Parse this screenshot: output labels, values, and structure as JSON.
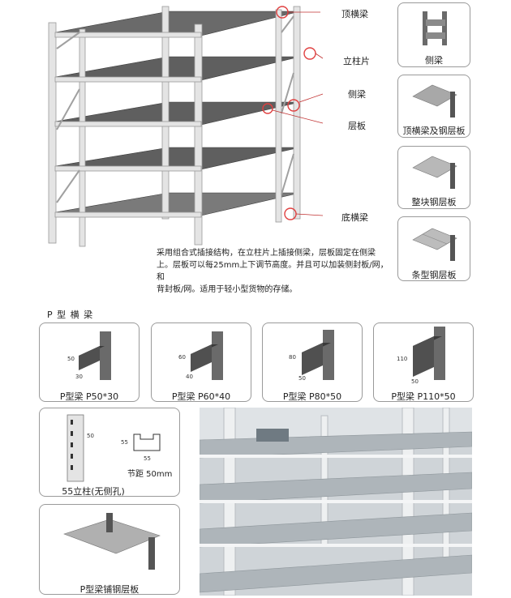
{
  "callouts": {
    "top_beam": "顶横梁",
    "upright": "立柱片",
    "side_beam": "侧梁",
    "shelf": "层板",
    "bottom_beam": "底横梁"
  },
  "right_panel": [
    {
      "label": "侧梁"
    },
    {
      "label": "顶横梁及钢层板"
    },
    {
      "label": "整块钢层板"
    },
    {
      "label": "条型钢层板"
    }
  ],
  "description": [
    "采用组合式插接结构，在立柱片上插接侧梁，层板固定在侧梁",
    "上。层板可以每25mm上下调节高度。并且可以加装侧封板/网，和",
    "背封板/网。适用于轻小型货物的存储。"
  ],
  "section_title": "P 型 横 梁",
  "beams": [
    {
      "caption": "P型梁  P50*30",
      "h": "50",
      "w": "30"
    },
    {
      "caption": "P型梁  P60*40",
      "h": "60",
      "w": "40"
    },
    {
      "caption": "P型梁  P80*50",
      "h": "80",
      "w": "50"
    },
    {
      "caption": "P型梁  P110*50",
      "h": "110",
      "w": "50"
    }
  ],
  "upright_card": {
    "caption": "55立柱(无侧孔)",
    "dim_side": "50",
    "dim_profile_h": "55",
    "dim_profile_w": "55",
    "pitch": "节距  50mm"
  },
  "deck_card": {
    "caption": "P型梁铺钢层板"
  },
  "colors": {
    "frame": "#d8d8d8",
    "shelf": "#6e6e6e",
    "callout": "#e04040",
    "card_border": "#9a9a9a"
  }
}
